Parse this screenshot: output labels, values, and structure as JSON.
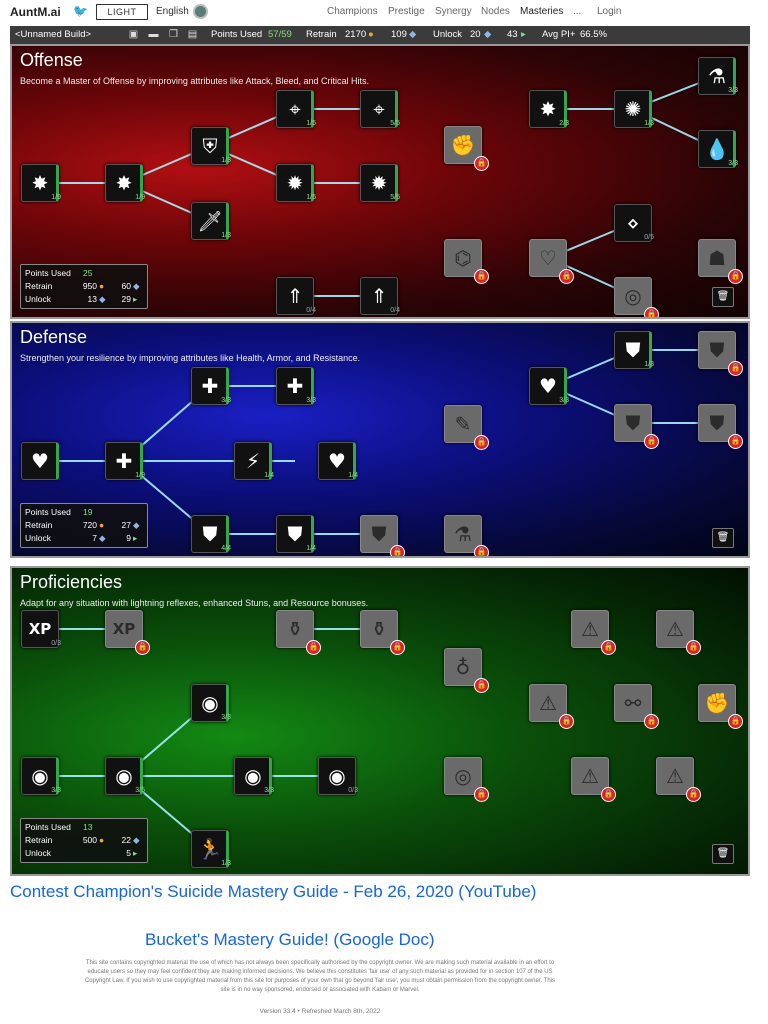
{
  "nav": {
    "brand": "AuntM.ai",
    "theme_label": "LIGHT",
    "language": "English",
    "links": [
      "Champions",
      "Prestige",
      "Synergy",
      "Nodes",
      "Masteries",
      "...",
      "Login"
    ]
  },
  "build": {
    "name": "<Unnamed Build>",
    "points_label": "Points Used",
    "points_value": "57/59",
    "retrain_label": "Retrain",
    "retrain_value": "2170",
    "shards_value": "109",
    "unlock_label": "Unlock",
    "unlock_value": "20",
    "unlock_other": "43",
    "avg_label": "Avg PI+",
    "avg_value": "66.5%"
  },
  "offense": {
    "title": "Offense",
    "desc": "Become a Master of Offense by improving attributes like Attack, Bleed, and Critical Hits.",
    "stats": {
      "points_label": "Points Used",
      "points": "25",
      "retrain_label": "Retrain",
      "retrain_a": "950",
      "retrain_b": "60",
      "unlock_label": "Unlock",
      "unlock_a": "13",
      "unlock_b": "29"
    },
    "nodes": [
      {
        "icon": "burst-icon",
        "glyph": "✸",
        "rank": "1/9",
        "state": "on"
      },
      {
        "icon": "burst-icon",
        "glyph": "✸",
        "rank": "1/9",
        "state": "on"
      },
      {
        "icon": "shield-crosshair-icon",
        "glyph": "⛨",
        "rank": "1/3",
        "state": "on"
      },
      {
        "icon": "crosshair-icon",
        "glyph": "⌖",
        "rank": "1/5",
        "state": "on"
      },
      {
        "icon": "crosshair-icon",
        "glyph": "⌖",
        "rank": "5/5",
        "state": "on"
      },
      {
        "icon": "explosion-icon",
        "glyph": "✹",
        "rank": "1/5",
        "state": "on"
      },
      {
        "icon": "explosion-icon",
        "glyph": "✹",
        "rank": "5/5",
        "state": "on"
      },
      {
        "icon": "sword-icon",
        "glyph": "🗡",
        "rank": "1/3",
        "state": "on"
      },
      {
        "icon": "burst-up-icon",
        "glyph": "⇑",
        "rank": "0/4",
        "state": "zero"
      },
      {
        "icon": "burst-up-icon",
        "glyph": "⇑",
        "rank": "0/4",
        "state": "zero"
      },
      {
        "icon": "fist-icon",
        "glyph": "✊",
        "rank": "",
        "state": "locked"
      },
      {
        "icon": "dna-icon",
        "glyph": "⌬",
        "rank": "",
        "state": "locked"
      },
      {
        "icon": "burst-icon",
        "glyph": "✸",
        "rank": "2/3",
        "state": "on"
      },
      {
        "icon": "burst-plus-icon",
        "glyph": "✺",
        "rank": "1/3",
        "state": "on"
      },
      {
        "icon": "vial-icon",
        "glyph": "⚗",
        "rank": "3/3",
        "state": "on"
      },
      {
        "icon": "drop-icon",
        "glyph": "💧",
        "rank": "3/3",
        "state": "on"
      },
      {
        "icon": "drops-icon",
        "glyph": "⋄",
        "rank": "0/5",
        "state": "zero"
      },
      {
        "icon": "broken-heart-icon",
        "glyph": "♡",
        "rank": "",
        "state": "locked"
      },
      {
        "icon": "target-drop-icon",
        "glyph": "◎",
        "rank": "",
        "state": "locked"
      },
      {
        "icon": "hooded-figure-icon",
        "glyph": "☗",
        "rank": "",
        "state": "locked"
      }
    ]
  },
  "defense": {
    "title": "Defense",
    "desc": "Strengthen your resilience by improving attributes like Health, Armor, and Resistance.",
    "stats": {
      "points_label": "Points Used",
      "points": "19",
      "retrain_label": "Retrain",
      "retrain_a": "720",
      "retrain_b": "27",
      "unlock_label": "Unlock",
      "unlock_a": "7",
      "unlock_b": "9"
    },
    "nodes": [
      {
        "icon": "heart-icon",
        "glyph": "♥",
        "rank": "",
        "state": "on"
      },
      {
        "icon": "heart-cross-icon",
        "glyph": "✚",
        "rank": "1/9",
        "state": "on"
      },
      {
        "icon": "heart-plus-up-icon",
        "glyph": "✚",
        "rank": "3/3",
        "state": "on"
      },
      {
        "icon": "plus-cluster-icon",
        "glyph": "✚",
        "rank": "3/3",
        "state": "on"
      },
      {
        "icon": "bolt-shield-icon",
        "glyph": "⚡",
        "rank": "1/4",
        "state": "on"
      },
      {
        "icon": "heart-break-icon",
        "glyph": "♥",
        "rank": "1/4",
        "state": "on"
      },
      {
        "icon": "shield-burst-icon",
        "glyph": "⛊",
        "rank": "4/4",
        "state": "on"
      },
      {
        "icon": "shield-burst-icon",
        "glyph": "⛊",
        "rank": "1/4",
        "state": "on"
      },
      {
        "icon": "shield-icon",
        "glyph": "⛊",
        "rank": "",
        "state": "locked"
      },
      {
        "icon": "bandage-icon",
        "glyph": "✎",
        "rank": "",
        "state": "locked"
      },
      {
        "icon": "flask-icon",
        "glyph": "⚗",
        "rank": "",
        "state": "locked"
      },
      {
        "icon": "hearts-icon",
        "glyph": "♥",
        "rank": "3/3",
        "state": "on"
      },
      {
        "icon": "shield-drop-icon",
        "glyph": "⛊",
        "rank": "1/3",
        "state": "on"
      },
      {
        "icon": "shield-drop-icon",
        "glyph": "⛊",
        "rank": "",
        "state": "locked"
      },
      {
        "icon": "shield-icon",
        "glyph": "⛊",
        "rank": "",
        "state": "locked"
      },
      {
        "icon": "shield-crack-icon",
        "glyph": "⛊",
        "rank": "",
        "state": "locked"
      }
    ]
  },
  "prof": {
    "title": "Proficiencies",
    "desc": "Adapt for any situation with lightning reflexes, enhanced Stuns, and Resource bonuses.",
    "stats": {
      "points_label": "Points Used",
      "points": "13",
      "retrain_label": "Retrain",
      "retrain_a": "500",
      "retrain_b": "22",
      "unlock_label": "Unlock",
      "unlock_a": "",
      "unlock_b": "5"
    },
    "nodes": [
      {
        "icon": "xp-icon",
        "glyph": "XP",
        "rank": "0/3",
        "state": "zero"
      },
      {
        "icon": "xp-icon",
        "glyph": "XP",
        "rank": "",
        "state": "locked"
      },
      {
        "icon": "potion-icon",
        "glyph": "⚱",
        "rank": "",
        "state": "locked"
      },
      {
        "icon": "potion-icon",
        "glyph": "⚱",
        "rank": "",
        "state": "locked"
      },
      {
        "icon": "planet-icon",
        "glyph": "♁",
        "rank": "",
        "state": "locked"
      },
      {
        "icon": "shield-swirl-icon",
        "glyph": "◉",
        "rank": "3/3",
        "state": "on"
      },
      {
        "icon": "swirl-icon",
        "glyph": "◉",
        "rank": "3/5",
        "state": "on"
      },
      {
        "icon": "swirl-icon",
        "glyph": "◉",
        "rank": "3/3",
        "state": "on"
      },
      {
        "icon": "swirl-sparkle-icon",
        "glyph": "◉",
        "rank": "3/3",
        "state": "on"
      },
      {
        "icon": "swirl-icon",
        "glyph": "◉",
        "rank": "0/3",
        "state": "zero"
      },
      {
        "icon": "runner-icon",
        "glyph": "🏃",
        "rank": "1/3",
        "state": "on"
      },
      {
        "icon": "eye-icon",
        "glyph": "◎",
        "rank": "",
        "state": "locked"
      },
      {
        "icon": "warning-pill-icon",
        "glyph": "⚠",
        "rank": "",
        "state": "locked"
      },
      {
        "icon": "dna-warning-icon",
        "glyph": "⚠",
        "rank": "",
        "state": "locked"
      },
      {
        "icon": "capsule-warning-icon",
        "glyph": "⚠",
        "rank": "",
        "state": "locked"
      },
      {
        "icon": "binoculars-icon",
        "glyph": "⚯",
        "rank": "",
        "state": "locked"
      },
      {
        "icon": "fist-stars-icon",
        "glyph": "✊",
        "rank": "",
        "state": "locked"
      },
      {
        "icon": "eye-warning-icon",
        "glyph": "⚠",
        "rank": "",
        "state": "locked"
      },
      {
        "icon": "flask-warning-icon",
        "glyph": "⚠",
        "rank": "",
        "state": "locked"
      }
    ]
  },
  "links": {
    "guide1": "Contest Champion's Suicide Mastery Guide - Feb 26, 2020 (YouTube)",
    "guide2": "Bucket's Mastery Guide! (Google Doc)"
  },
  "footer": {
    "disclaimer": "This site contains copyrighted material the use of which has not always been specifically authorised by the copyright owner. We are making such material available in an effort to educate users so they may feel confident they are making informed decisions. We believe this constitutes 'fair use' of any such material as provided for in section 107 of the US Copyright Law. If you wish to use copyrighted material from this site for purposes of your own that go beyond 'fair use', you must obtain permission from the copyright owner. This site is in no way sponsored, endorsed or associated with Kabam or Marvel.",
    "version": "Version 33.4 • Refreshed March 8th, 2022"
  }
}
